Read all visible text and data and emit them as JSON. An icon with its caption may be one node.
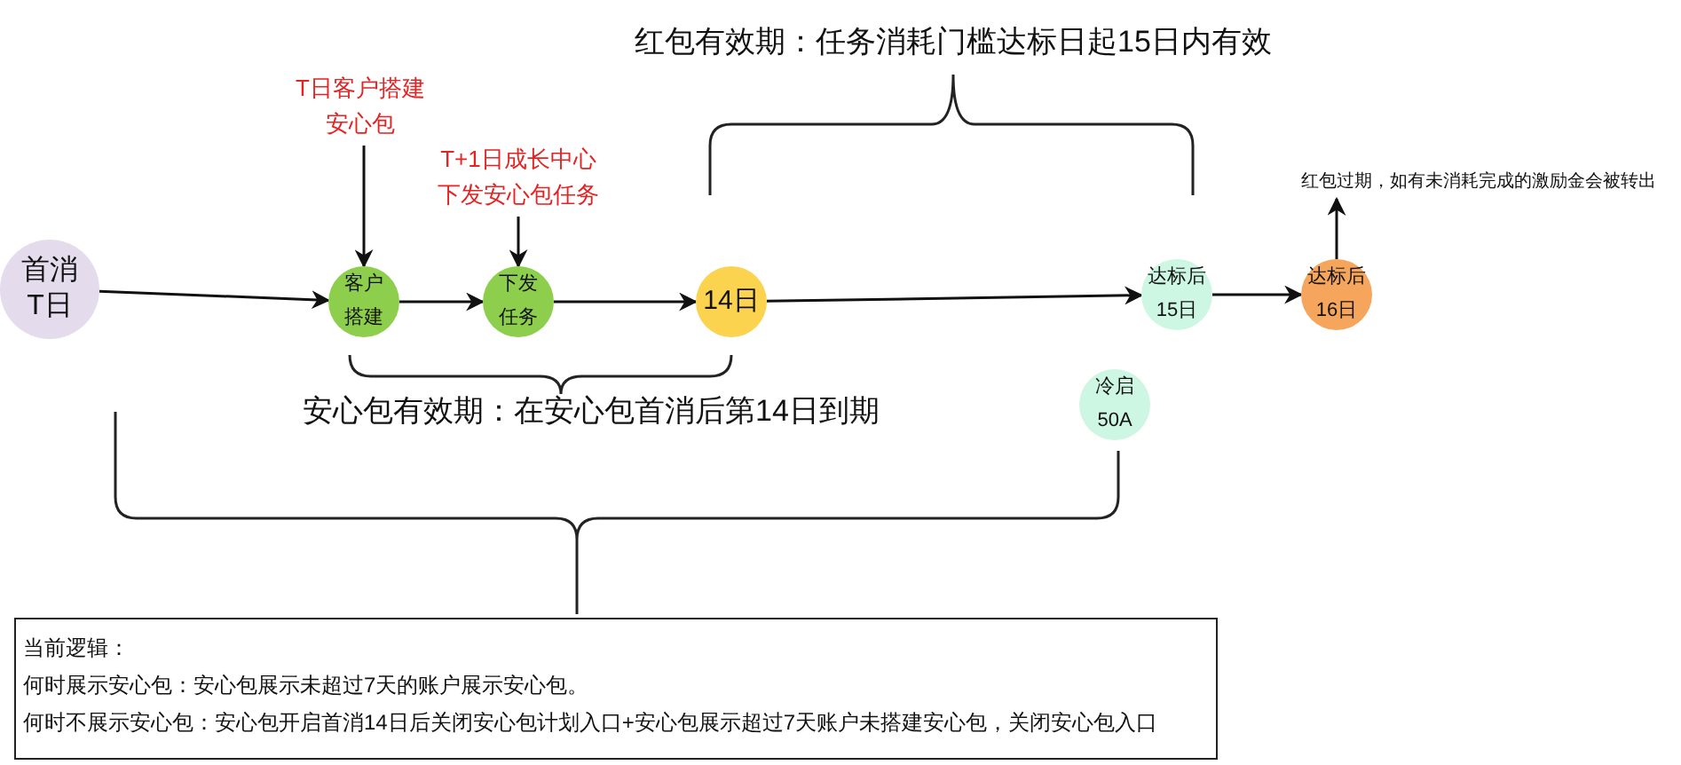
{
  "diagram": {
    "nodes": [
      {
        "text": [
          "首消T日"
        ]
      },
      {
        "text": [
          "T日客户搭建安心包"
        ]
      },
      {
        "text": [
          "客户搭建"
        ]
      },
      {
        "text": [
          "T+1日成长中心下发安心包任务"
        ]
      },
      {
        "text": [
          "下发任务"
        ]
      },
      {
        "text": [
          "14日"
        ]
      },
      {
        "text": [
          "达标后15日"
        ]
      },
      {
        "text": [
          "达标后16日"
        ]
      },
      {
        "text": [
          "红包过期，如有未消耗完成的激励金会被转出"
        ]
      },
      {
        "text": [
          "冷启50A"
        ]
      },
      {
        "text": [
          "当前逻辑：",
          "何时展示安心包：安心包展示未超过7天的账户展示安心包。",
          "何时不展示安心包：安心包开启首消14日后关闭安心包计划入口+安心包展示超过7天账户未搭建安心包，关闭安心包入口"
        ]
      }
    ],
    "edges": [
      {
        "from": 0,
        "to": 2,
        "arrow": "to"
      },
      {
        "from": 1,
        "to": 2,
        "arrow": "to"
      },
      {
        "from": 2,
        "to": 4,
        "arrow": "to"
      },
      {
        "from": 3,
        "to": 4,
        "arrow": "to"
      },
      {
        "from": 4,
        "to": 5,
        "arrow": "to"
      },
      {
        "from": 5,
        "to": 6,
        "arrow": "to"
      },
      {
        "from": 6,
        "to": 7,
        "arrow": "to"
      },
      {
        "from": 7,
        "to": 8,
        "arrow": "to"
      }
    ],
    "labels": [
      "红包有效期：任务消耗门槛达标日起15日内有效",
      "安心包有效期：在安心包首消后第14日到期"
    ]
  }
}
